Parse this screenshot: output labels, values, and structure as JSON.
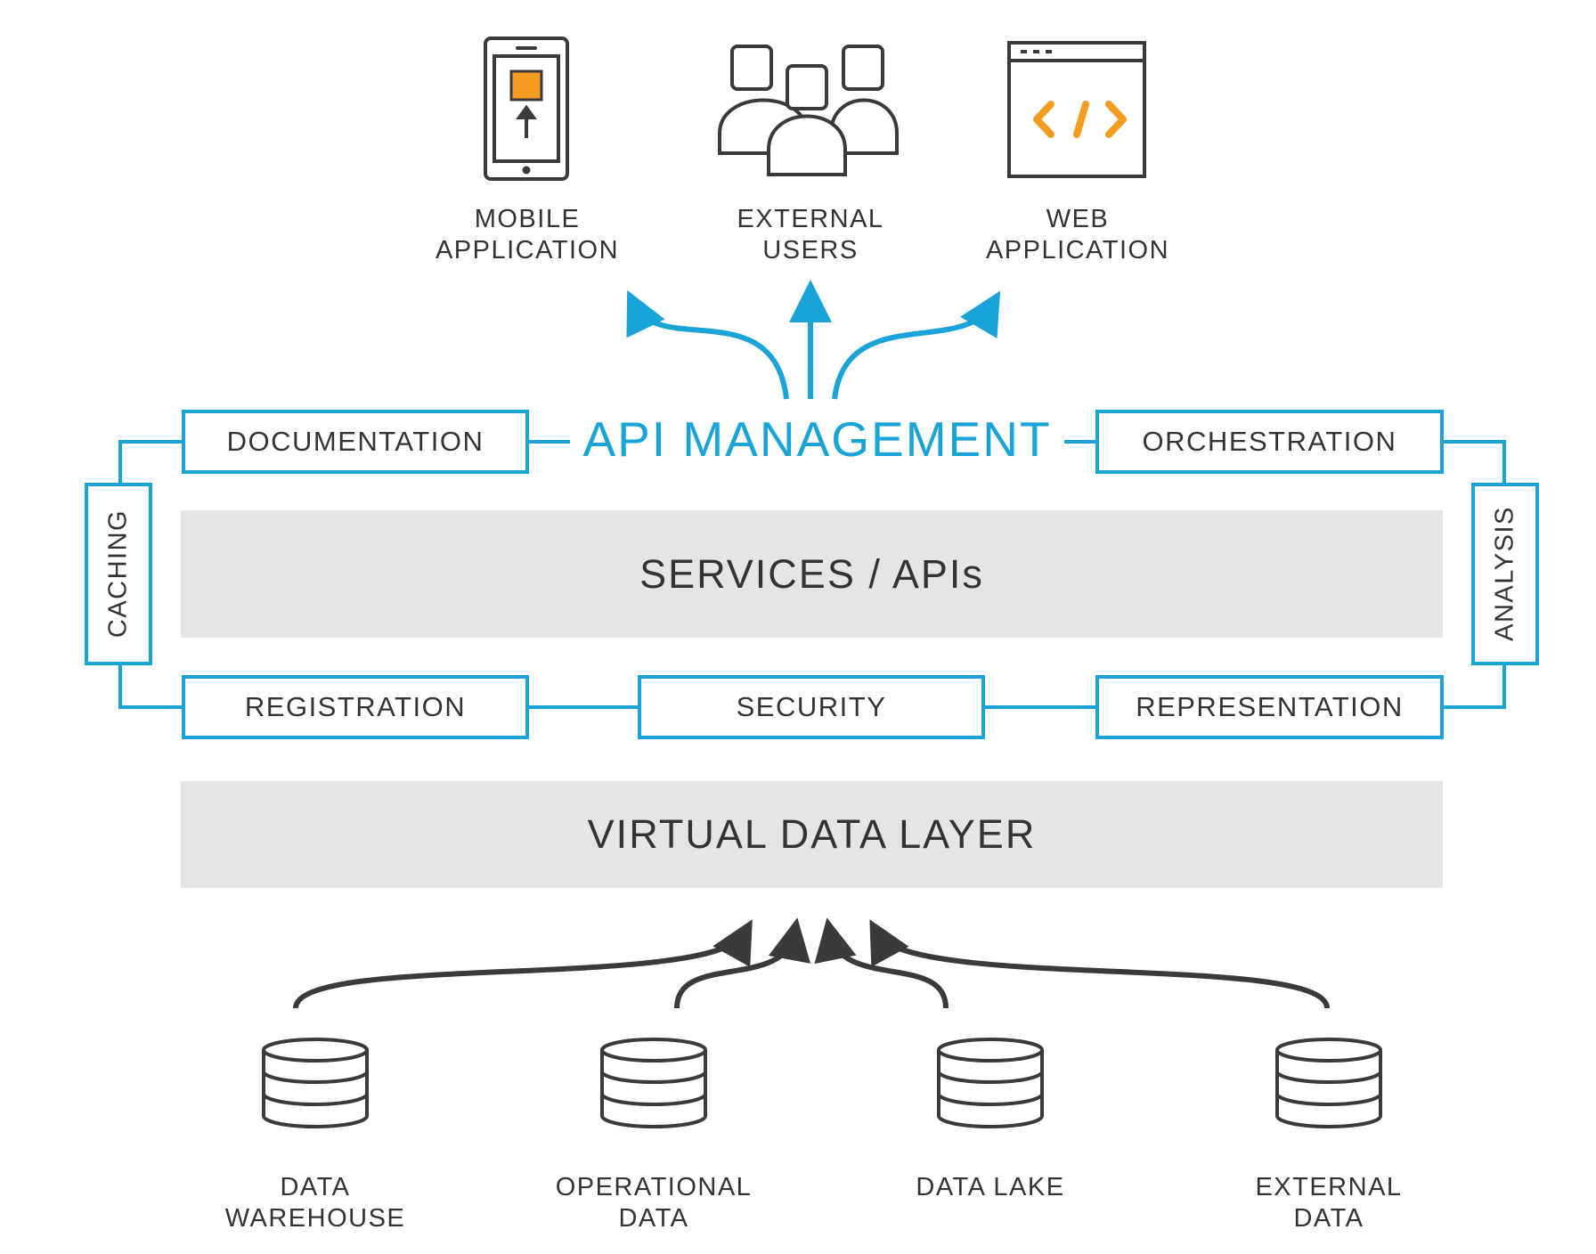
{
  "consumers": [
    {
      "icon": "mobile-phone-icon",
      "label": [
        "MOBILE",
        "APPLICATION"
      ]
    },
    {
      "icon": "users-group-icon",
      "label": [
        "EXTERNAL",
        "USERS"
      ]
    },
    {
      "icon": "code-window-icon",
      "label": [
        "WEB",
        "APPLICATION"
      ]
    }
  ],
  "api_management": {
    "title": "API MANAGEMENT",
    "modules": {
      "documentation": "DOCUMENTATION",
      "orchestration": "ORCHESTRATION",
      "caching": "CACHING",
      "analysis": "ANALYSIS",
      "registration": "REGISTRATION",
      "security": "SECURITY",
      "representation": "REPRESENTATION"
    }
  },
  "services_layer": "SERVICES / APIs",
  "virtual_data_layer": "VIRTUAL DATA LAYER",
  "data_sources": [
    {
      "icon": "database-icon",
      "label": [
        "DATA",
        "WAREHOUSE"
      ]
    },
    {
      "icon": "database-icon",
      "label": [
        "OPERATIONAL",
        "DATA"
      ]
    },
    {
      "icon": "database-icon",
      "label": [
        "DATA LAKE"
      ]
    },
    {
      "icon": "database-icon",
      "label": [
        "EXTERNAL",
        "DATA"
      ]
    }
  ],
  "colors": {
    "accent_blue": "#1aa3d6",
    "icon_orange": "#f39c1f",
    "band_gray": "#e5e5e5",
    "text_dark": "#333333"
  }
}
